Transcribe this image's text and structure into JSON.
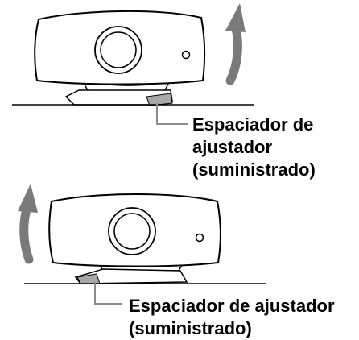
{
  "top_figure": {
    "label_lines": [
      "Espaciador de",
      "ajustador",
      "(suministrado)"
    ]
  },
  "bottom_figure": {
    "label_lines": [
      "Espaciador de ajustador",
      "(suministrado)"
    ]
  },
  "colors": {
    "arrow": "#7a7a7a",
    "outline": "#000000",
    "leader_line": "#8c8c8c",
    "spacer_fill": "#a8a8a8"
  }
}
